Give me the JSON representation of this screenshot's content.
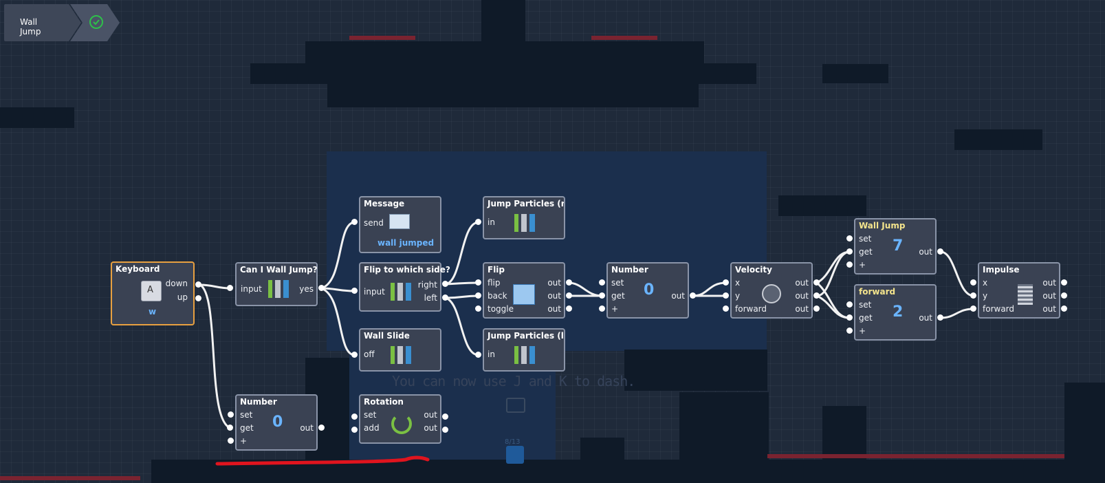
{
  "breadcrumb": {
    "level": "Wall Jump"
  },
  "hint": "You can now use J and K to dash.",
  "counter": "8/13",
  "nodes": {
    "keyboard": {
      "title": "Keyboard",
      "key": "A",
      "value": "w",
      "ports": [
        "down",
        "up"
      ]
    },
    "can_wall_jump": {
      "title": "Can I Wall Jump?",
      "in": "input",
      "out": "yes"
    },
    "message": {
      "title": "Message",
      "in": "send",
      "value": "wall jumped"
    },
    "flip_side": {
      "title": "Flip to which side?",
      "in": "input",
      "out_right": "right",
      "out_left": "left"
    },
    "wall_slide": {
      "title": "Wall Slide",
      "in": "off"
    },
    "jump_particles_right": {
      "title": "Jump Particles (rig",
      "in": "in"
    },
    "flip": {
      "title": "Flip",
      "ins": [
        "flip",
        "back",
        "toggle"
      ],
      "outs": [
        "out",
        "out",
        "out"
      ]
    },
    "jump_particles_left": {
      "title": "Jump Particles (lef",
      "in": "in"
    },
    "number_mid": {
      "title": "Number",
      "ins": [
        "set",
        "get",
        "+"
      ],
      "value": "0",
      "out": "out"
    },
    "velocity": {
      "title": "Velocity",
      "ins": [
        "x",
        "y",
        "forward"
      ],
      "outs": [
        "out",
        "out",
        "out"
      ]
    },
    "wall_jump": {
      "title": "Wall Jump",
      "ins": [
        "set",
        "get",
        "+"
      ],
      "value": "7",
      "out": "out"
    },
    "forward": {
      "title": "forward",
      "ins": [
        "set",
        "get",
        "+"
      ],
      "value": "2",
      "out": "out"
    },
    "impulse": {
      "title": "Impulse",
      "ins": [
        "x",
        "y",
        "forward"
      ],
      "outs": [
        "out",
        "out",
        "out"
      ]
    },
    "number_bottom": {
      "title": "Number",
      "ins": [
        "set",
        "get",
        "+"
      ],
      "value": "0",
      "out": "out"
    },
    "rotation": {
      "title": "Rotation",
      "ins": [
        "set",
        "add"
      ],
      "outs": [
        "out",
        "out"
      ]
    }
  },
  "colors": {
    "background": "#1f2a3a",
    "terrain": "#0f1a28",
    "node_border_selected": "#e8a040",
    "value": "#6ab4ff",
    "annotation": "#e0141e"
  }
}
